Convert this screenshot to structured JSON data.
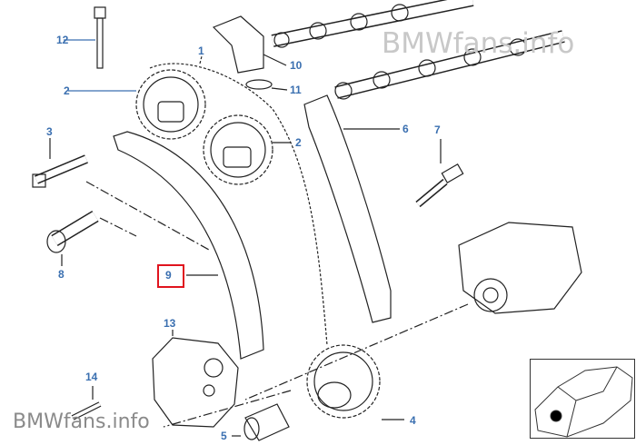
{
  "watermarks": {
    "top": "BMWfans.info",
    "bottom": "BMWfans.info"
  },
  "colors": {
    "label": "#3a6fb0",
    "highlight": "#e0141e",
    "line": "#222222"
  },
  "labels": [
    {
      "id": "12",
      "part": "bolt"
    },
    {
      "id": "1",
      "part": "timing-chain"
    },
    {
      "id": "10",
      "part": "chain-tensioner-guide"
    },
    {
      "id": "11",
      "part": "o-ring"
    },
    {
      "id": "2",
      "part": "camshaft-sprocket-intake"
    },
    {
      "id": "2",
      "part": "camshaft-sprocket-exhaust"
    },
    {
      "id": "6",
      "part": "tensioner-rail"
    },
    {
      "id": "7",
      "part": "pin"
    },
    {
      "id": "3",
      "part": "bolt"
    },
    {
      "id": "8",
      "part": "bolt"
    },
    {
      "id": "9",
      "part": "guide-rail",
      "highlighted": true
    },
    {
      "id": "13",
      "part": "chain-tensioner"
    },
    {
      "id": "14",
      "part": "screw"
    },
    {
      "id": "5",
      "part": "sleeve"
    },
    {
      "id": "4",
      "part": "crankshaft-sprocket"
    }
  ]
}
